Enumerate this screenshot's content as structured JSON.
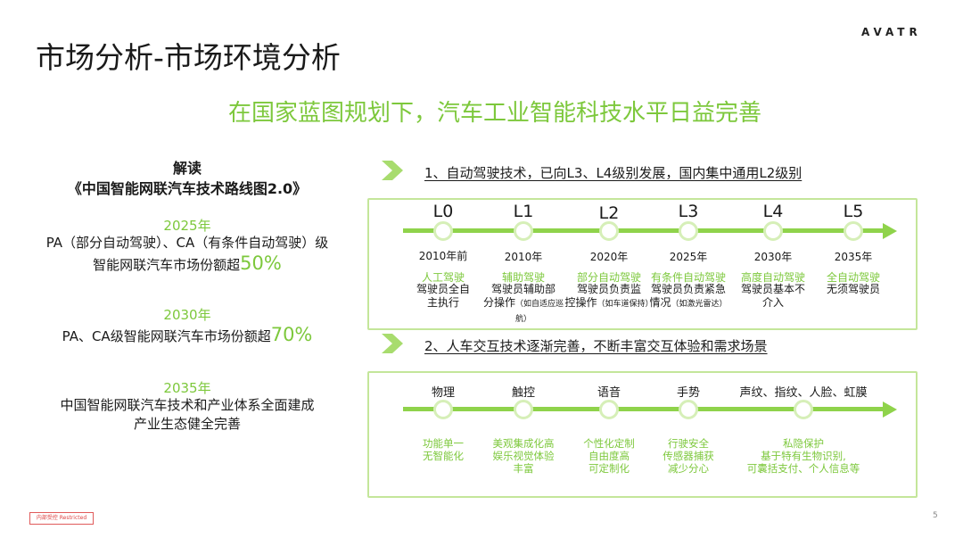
{
  "header": {
    "title": "市场分析-市场环境分析",
    "logo": "AVATR",
    "subtitle": "在国家蓝图规划下，汽车工业智能科技水平日益完善"
  },
  "left": {
    "heading1": "解读",
    "heading2": "《中国智能网联汽车技术路线图2.0》",
    "blocks": [
      {
        "year": "2025年",
        "line1": "PA（部分自动驾驶）、CA（有条件自动驾驶）级",
        "line2": "智能网联汽车市场份额超",
        "pct": "50%"
      },
      {
        "year": "2030年",
        "line1": "PA、CA级智能网联汽车市场份额超",
        "pct": "70%"
      },
      {
        "year": "2035年",
        "line1": "中国智能网联汽车技术和产业体系全面建成",
        "line2": "产业生态健全完善"
      }
    ]
  },
  "section1": {
    "title": "1、自动驾驶技术，已向L3、L4级别发展，国内集中通用L2级别",
    "stages": [
      {
        "level": "L0",
        "year": "2010年前",
        "name": "人工驾驶",
        "desc1": "驾驶员全自",
        "desc2": "主执行",
        "note": ""
      },
      {
        "level": "L1",
        "year": "2010年",
        "name": "辅助驾驶",
        "desc1": "驾驶员辅助部",
        "desc2": "分操作",
        "note": "（如自适应巡航）"
      },
      {
        "level": "L2",
        "year": "2020年",
        "name": "部分自动驾驶",
        "desc1": "驾驶员负责监",
        "desc2": "控操作",
        "note": "（如车道保持）"
      },
      {
        "level": "L3",
        "year": "2025年",
        "name": "有条件自动驾驶",
        "desc1": "驾驶员负责紧急",
        "desc2": "情况",
        "note": "（如激光雷达）"
      },
      {
        "level": "L4",
        "year": "2030年",
        "name": "高度自动驾驶",
        "desc1": "驾驶员基本不",
        "desc2": "介入",
        "note": ""
      },
      {
        "level": "L5",
        "year": "2035年",
        "name": "全自动驾驶",
        "desc1": "无须驾驶员",
        "desc2": "",
        "note": ""
      }
    ]
  },
  "section2": {
    "title": "2、人车交互技术逐渐完善，不断丰富交互体验和需求场景",
    "items": [
      {
        "label": "物理",
        "d1": "功能单一",
        "d2": "无智能化",
        "d3": ""
      },
      {
        "label": "触控",
        "d1": "美观集成化高",
        "d2": "娱乐视觉体验",
        "d3": "丰富"
      },
      {
        "label": "语音",
        "d1": "个性化定制",
        "d2": "自由度高",
        "d3": "可定制化"
      },
      {
        "label": "手势",
        "d1": "行驶安全",
        "d2": "传感器捕获",
        "d3": "减少分心"
      },
      {
        "label": "声纹、指纹、人脸、虹膜",
        "d1": "私隐保护",
        "d2": "基于特有生物识别,",
        "d3": "可囊括支付、个人信息等"
      }
    ]
  },
  "footer": {
    "stamp": "内部受控 Restricted",
    "page": "5"
  },
  "colors": {
    "accent": "#7dc83c",
    "line": "#8fd34b",
    "border": "#c4e69a"
  }
}
